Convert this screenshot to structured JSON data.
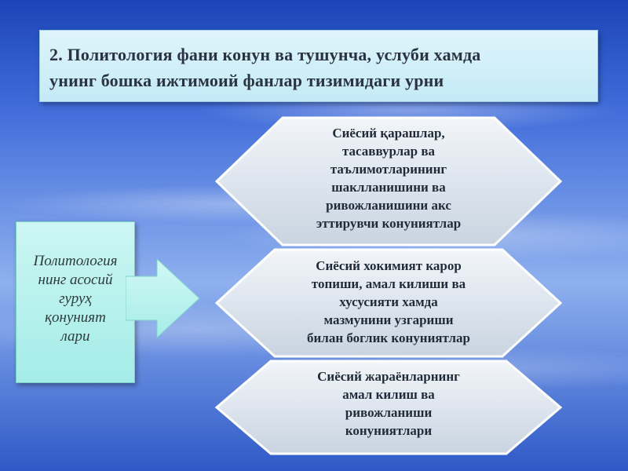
{
  "title": {
    "lines": [
      "2. Политология фани конун ва тушунча, услуби хамда",
      "унинг бошка ижтимоий фанлар тизимидаги урни"
    ]
  },
  "left_box": {
    "lines": [
      "Политология",
      "нинг асосий",
      "гуруҳ",
      "қонуният",
      "лари"
    ]
  },
  "hexagons": [
    {
      "lines": [
        "Сиёсий қарашлар,",
        "тасаввурлар ва",
        "таълимотларининг",
        "шаклланишини ва",
        "ривожланишини акс",
        "эттирувчи конуниятлар"
      ]
    },
    {
      "lines": [
        "Сиёсий хокимият карор",
        "топиши, амал килиши ва",
        "хусусияти хамда",
        "мазмунини узгариши",
        "билан боглик конуниятлар"
      ]
    },
    {
      "lines": [
        "Сиёсий жараёнларнинг",
        "амал килиш ва",
        "ривожланиши",
        "конуниятлари"
      ]
    }
  ],
  "colors": {
    "title_bg": "#c8ecf8",
    "left_box_bg": "#b3f0ec",
    "arrow_fill": "#b8f2ee",
    "hex_fill": "#dfe7ef"
  }
}
